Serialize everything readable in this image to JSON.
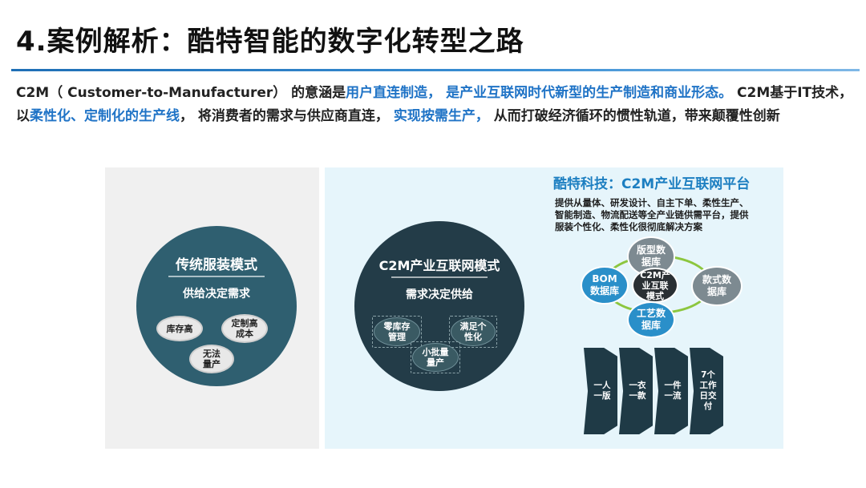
{
  "slide": {
    "title": "4.案例解析：酷特智能的数字化转型之路",
    "intro": {
      "p1": "C2M（ Customer-to-Manufacturer） 的意涵是",
      "h1": "用户直连制造，  是产业互联网时代新型的生产制造和商业形态。",
      "p2": " C2M基于IT技术， 以",
      "h2": "柔性化、定制化的生产线",
      "p3": "， 将消费者的需求与供应商直连，   ",
      "h3": "实现按需生产，",
      "p4": "  从而打破经济循环的惯性轨道，带来颠覆性创新"
    }
  },
  "left": {
    "circle_title": "传统服装模式",
    "circle_sub": "供给决定需求",
    "ovals": [
      "库存高",
      "定制高成本",
      "无法量产"
    ]
  },
  "middle": {
    "circle_title": "C2M产业互联网模式",
    "circle_sub": "需求决定供给",
    "ovals": [
      "零库存管理",
      "满足个性化",
      "小批量量产"
    ]
  },
  "right": {
    "title": "酷特科技：C2M产业互联网平台",
    "desc": "提供从量体、研发设计、自主下单、柔性生产、智能制造、物流配送等全产业链供需平台，提供服装个性化、柔性化很彻底解决方案",
    "nodes": {
      "top": "版型数据库",
      "left": "BOM数据库",
      "center": "C2M产业互联模式",
      "right": "款式数据库",
      "bottom": "工艺数据库"
    },
    "steps": [
      "一人一版",
      "一衣一款",
      "一件一流",
      "7个工作日交付"
    ]
  },
  "colors": {
    "title_rule": "#1f6fb6",
    "highlight": "#1f73c6",
    "ring": "#8cc63e",
    "dark_teal": "#233c48"
  }
}
